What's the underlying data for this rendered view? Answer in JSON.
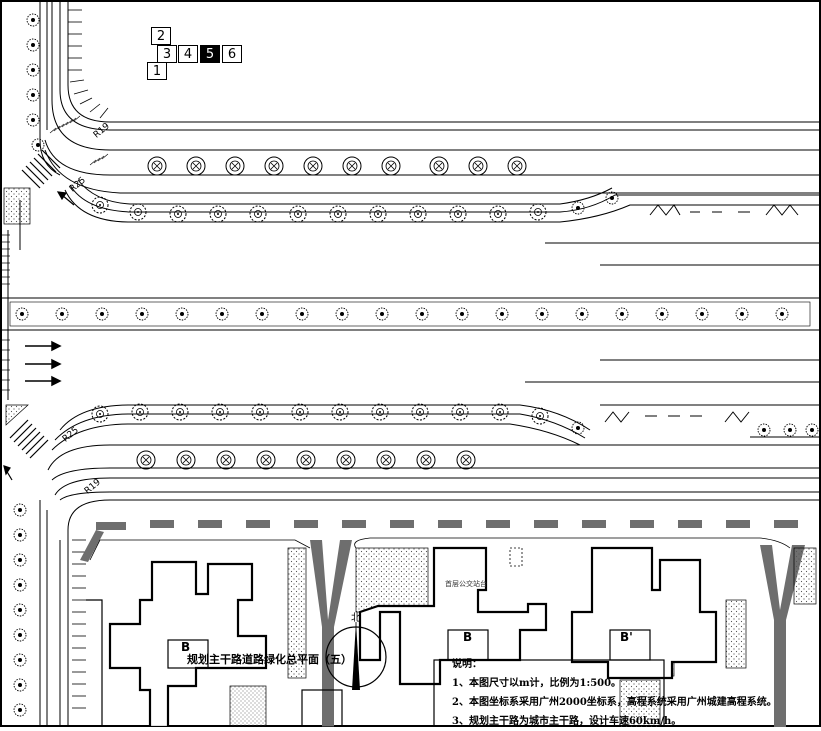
{
  "sheet_index": {
    "boxes": [
      "2",
      "3",
      "4",
      "5",
      "6",
      "1"
    ],
    "active": "5"
  },
  "dimensions": {
    "r19_top": "R19",
    "r25_top": "R25",
    "r25_bottom": "R25",
    "r19_bottom": "R19"
  },
  "plan_title": "规划主干路道路绿化总平面（五）",
  "north_label": "北",
  "buildings": {
    "b_left": "B",
    "b_mid": "B",
    "b_right": "B'"
  },
  "small_labels": {
    "bus_stop": "首层公交站台"
  },
  "notes": {
    "heading": "说明：",
    "lines": [
      "1、本图尺寸以m计，比例为1:500。",
      "2、本图坐标系采用广州2000坐标系，高程系统采用广州城建高程系统。",
      "3、规划主干路为城市主干路，设计车速60km/h。"
    ]
  },
  "colors": {
    "line": "#000000",
    "background": "#ffffff",
    "hatch": "#7a7a7a",
    "lane_bar": "#6e6e6e"
  }
}
